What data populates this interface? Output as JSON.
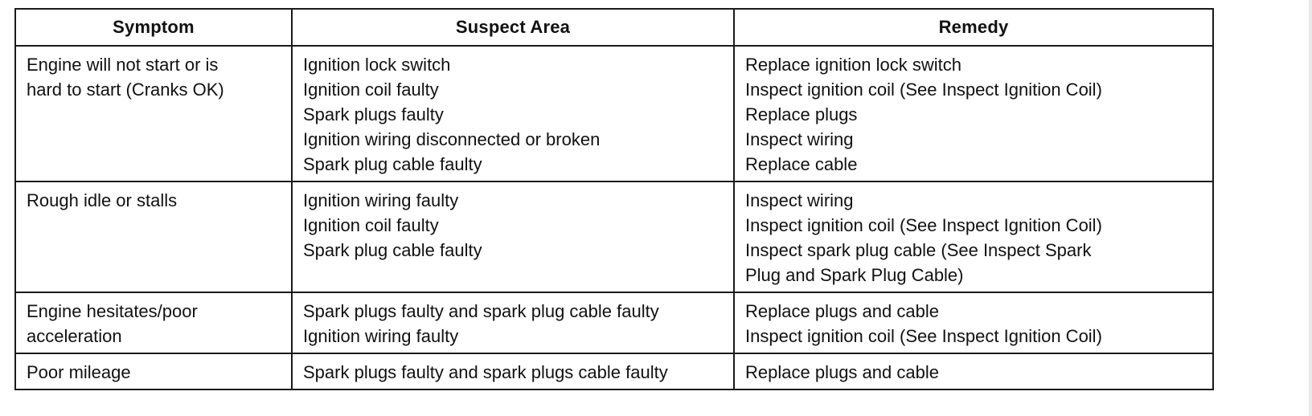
{
  "table": {
    "headers": {
      "symptom": "Symptom",
      "suspect_area": "Suspect Area",
      "remedy": "Remedy"
    },
    "rows": [
      {
        "symptom": [
          "Engine will not start or is",
          "hard to start (Cranks OK)"
        ],
        "suspect": [
          "Ignition lock switch",
          "Ignition coil faulty",
          "Spark plugs faulty",
          "Ignition wiring disconnected or broken",
          "Spark plug cable faulty"
        ],
        "remedy": [
          "Replace ignition lock switch",
          "Inspect ignition coil (See Inspect Ignition Coil)",
          "Replace plugs",
          "Inspect wiring",
          "Replace cable"
        ]
      },
      {
        "symptom": [
          "Rough idle or stalls"
        ],
        "suspect": [
          "Ignition wiring faulty",
          "Ignition coil faulty",
          "Spark plug cable faulty"
        ],
        "remedy": [
          "Inspect wiring",
          "Inspect ignition coil (See Inspect Ignition Coil)",
          "Inspect spark plug cable (See Inspect Spark",
          "Plug and Spark Plug Cable)"
        ]
      },
      {
        "symptom": [
          "Engine hesitates/poor",
          "acceleration"
        ],
        "suspect": [
          "Spark plugs faulty and spark plug cable faulty",
          "Ignition wiring faulty"
        ],
        "remedy": [
          "Replace plugs and cable",
          "Inspect ignition coil (See Inspect Ignition Coil)"
        ]
      },
      {
        "symptom": [
          "Poor mileage"
        ],
        "suspect": [
          "Spark plugs faulty and spark plugs cable faulty"
        ],
        "remedy": [
          "Replace plugs and cable"
        ]
      }
    ]
  }
}
